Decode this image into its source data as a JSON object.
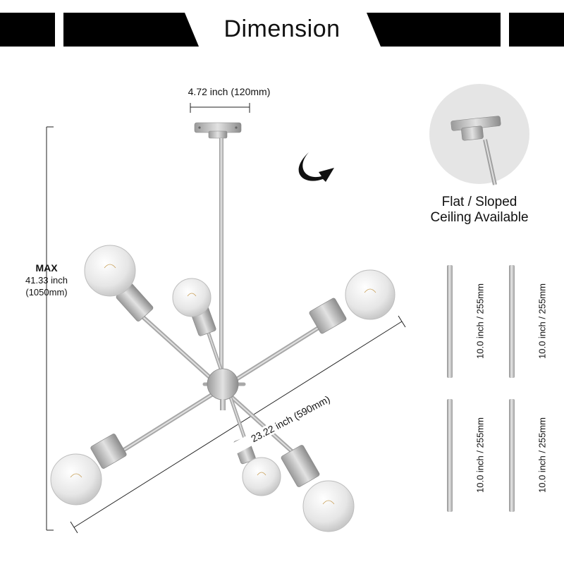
{
  "title": "Dimension",
  "canopy_width_label": "4.72 inch (120mm)",
  "max_height": {
    "heading": "MAX",
    "inch": "41.33 inch",
    "mm": "(1050mm)"
  },
  "span_label": "23.22 inch (590mm)",
  "ceiling_note": {
    "line1": "Flat / Sloped",
    "line2": "Ceiling Available"
  },
  "rods": [
    {
      "label": "10.0 inch / 255mm"
    },
    {
      "label": "10.0 inch / 255mm"
    },
    {
      "label": "10.0 inch / 255mm"
    },
    {
      "label": "10.0 inch / 255mm"
    }
  ],
  "colors": {
    "banner": "#000000",
    "metal": "#bfbfbf",
    "bulb": "#e9e9e9",
    "line": "#222222"
  }
}
